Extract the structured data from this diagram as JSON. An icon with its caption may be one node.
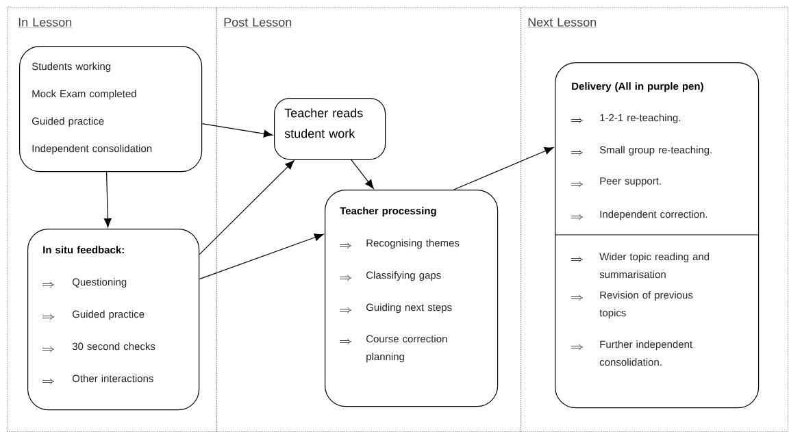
{
  "diagram": {
    "nodes": [
      {
        "text": [
          "In Lesson"
        ]
      },
      {
        "text": [
          "Post Lesson"
        ]
      },
      {
        "text": [
          "Next Lesson"
        ]
      },
      {
        "text": [
          "Students working",
          "Mock Exam completed",
          "Guided practice",
          "Independent consolidation"
        ],
        "in": 0
      },
      {
        "text": [
          "Teacher reads student work"
        ],
        "in": 1
      },
      {
        "text": [
          "In situ feedback:",
          "Questioning",
          "Guided practice",
          "30 second checks",
          "Other interactions"
        ],
        "in": 0
      },
      {
        "text": [
          "Teacher processing",
          "Recognising themes",
          "Classifying gaps",
          "Guiding next steps",
          "Course correction planning"
        ],
        "in": 1
      },
      {
        "text": [
          "Delivery (All in purple pen)",
          "1-2-1 re-teaching.",
          "Small group re-teaching.",
          "Peer support.",
          "Independent correction.",
          "Wider topic reading and summarisation",
          "Revision of previous topics",
          "Further independent consolidation."
        ],
        "in": 2
      }
    ],
    "edges": [
      {
        "from": 3,
        "to": 4,
        "arrow": "to"
      },
      {
        "from": 3,
        "to": 5,
        "arrow": "to"
      },
      {
        "from": 5,
        "to": 4,
        "arrow": "to"
      },
      {
        "from": 5,
        "to": 6,
        "arrow": "to"
      },
      {
        "from": 4,
        "to": 6,
        "arrow": "to"
      },
      {
        "from": 6,
        "to": 7,
        "arrow": "to"
      }
    ]
  }
}
